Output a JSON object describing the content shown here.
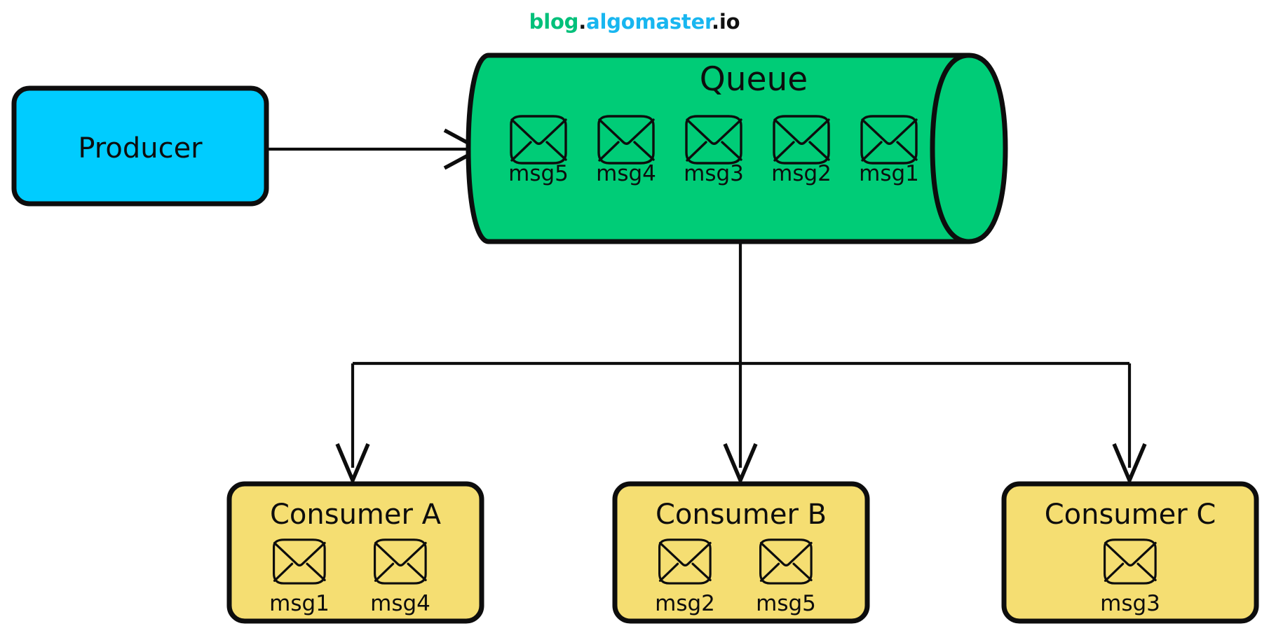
{
  "watermark": {
    "part1": "blog",
    "sep1": ".",
    "part2": "algomaster",
    "sep2": ".",
    "part3": "io",
    "colors": {
      "blog": "#00c07a",
      "algomaster": "#18b6f0",
      "io": "#111111"
    }
  },
  "colors": {
    "producer_fill": "#00ccff",
    "queue_fill": "#00cc77",
    "consumer_fill": "#f5de72",
    "stroke": "#0d0d0d",
    "background": "#ffffff"
  },
  "diagram": {
    "type": "message-queue-fanout",
    "producer": {
      "label": "Producer"
    },
    "queue": {
      "label": "Queue",
      "messages": [
        {
          "label": "msg5",
          "icon": "envelope-icon"
        },
        {
          "label": "msg4",
          "icon": "envelope-icon"
        },
        {
          "label": "msg3",
          "icon": "envelope-icon"
        },
        {
          "label": "msg2",
          "icon": "envelope-icon"
        },
        {
          "label": "msg1",
          "icon": "envelope-icon"
        }
      ]
    },
    "consumers": [
      {
        "label": "Consumer A",
        "messages": [
          {
            "label": "msg1",
            "icon": "envelope-icon"
          },
          {
            "label": "msg4",
            "icon": "envelope-icon"
          }
        ]
      },
      {
        "label": "Consumer B",
        "messages": [
          {
            "label": "msg2",
            "icon": "envelope-icon"
          },
          {
            "label": "msg5",
            "icon": "envelope-icon"
          }
        ]
      },
      {
        "label": "Consumer C",
        "messages": [
          {
            "label": "msg3",
            "icon": "envelope-icon"
          }
        ]
      }
    ],
    "edges": [
      {
        "from": "producer",
        "to": "queue",
        "style": "arrow-right"
      },
      {
        "from": "queue",
        "to": "consumer-a",
        "style": "arrow-down"
      },
      {
        "from": "queue",
        "to": "consumer-b",
        "style": "arrow-down"
      },
      {
        "from": "queue",
        "to": "consumer-c",
        "style": "arrow-down"
      }
    ]
  }
}
